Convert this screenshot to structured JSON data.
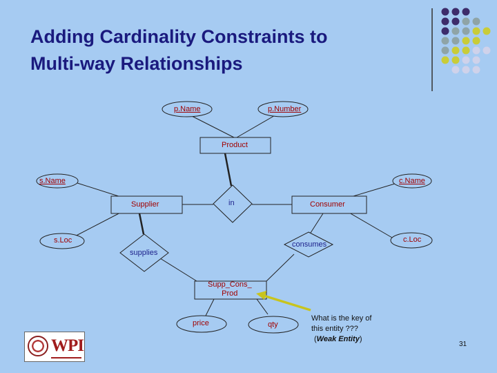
{
  "slide": {
    "title_line1": "Adding Cardinality Constraints to",
    "title_line2": "Multi-way Relationships",
    "page_number": "31"
  },
  "entities": {
    "product": "Product",
    "supplier": "Supplier",
    "consumer": "Consumer",
    "supp_cons_prod_line1": "Supp_Cons_",
    "supp_cons_prod_line2": "Prod"
  },
  "attributes": {
    "pname": "p.Name",
    "pnumber": "p.Number",
    "sname": "s.Name",
    "cname": "c.Name",
    "sloc": "s.Loc",
    "cloc": "c.Loc",
    "price": "price",
    "qty": "qty"
  },
  "relationships": {
    "in": "in",
    "consumes": "consumes",
    "supplies": "supplies"
  },
  "note": {
    "line1": "What is the key of",
    "line2": "this entity ???",
    "line3_open": "(",
    "line3_weak": "Weak Entity",
    "line3_close": ")"
  },
  "logo": {
    "text": "WPI"
  },
  "colors": {
    "background": "#a6cbf2",
    "title": "#1a1a7e",
    "arrow": "#c8c41e",
    "dot_purple": "#3d2c6b",
    "dot_gray": "#8fa4a6",
    "dot_yellow": "#c9cc38",
    "dot_lavender": "#cfd2ea"
  }
}
